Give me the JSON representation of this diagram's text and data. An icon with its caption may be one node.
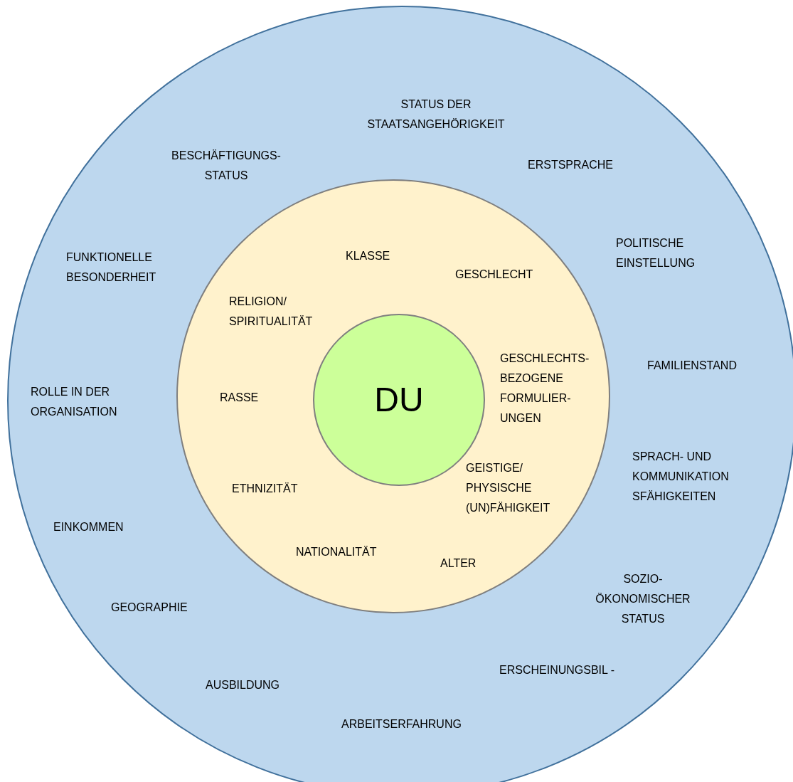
{
  "diagram": {
    "nodes": [
      {
        "text": [
          "STATUS DER STAATSANGEHÖRIGKEIT",
          "BESCHÄFTIGUNGS- STATUS",
          "ERSTSPRACHE",
          "FUNKTIONELLE BESONDERHEIT",
          "POLITISCHE EINSTELLUNG",
          "FAMILIENSTAND",
          "ROLLE IN DER ORGANISATION",
          "SPRACH- UND KOMMUNIKATION SFÄHIGKEITEN",
          "EINKOMMEN",
          "GEOGRAPHIE",
          "SOZIO- ÖKONOMISCHER STATUS",
          "ERSCHEINUNGSBIL -",
          "AUSBILDUNG",
          "ARBEITSERFAHRUNG"
        ]
      },
      {
        "text": [
          "KLASSE",
          "GESCHLECHT",
          "RELIGION/ SPIRITUALITÄT",
          "GESCHLECHTS- BEZOGENE FORMULIER- UNGEN",
          "RASSE",
          "GEISTIGE/ PHYSISCHE (UN)FÄHIGKEIT",
          "ETHNIZITÄT",
          "NATIONALITÄT",
          "ALTER"
        ],
        "in": 0
      },
      {
        "text": [
          "DU"
        ],
        "in": 1
      }
    ]
  }
}
